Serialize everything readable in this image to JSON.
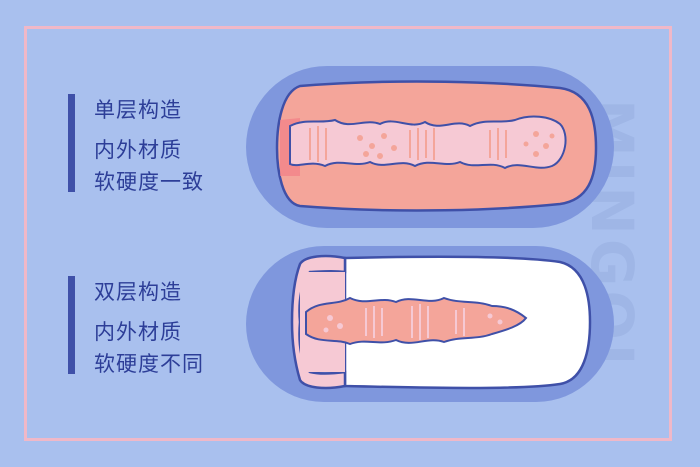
{
  "watermark": "MINGOI",
  "panel_top": {
    "lines": [
      "单层构造",
      "内外材质",
      "软硬度一致"
    ]
  },
  "panel_bottom": {
    "lines": [
      "双层构造",
      "内外材质",
      "软硬度不同"
    ]
  },
  "colors": {
    "background": "#a9c0ee",
    "frame": "#f0b8c8",
    "pill": "#7f97dd",
    "outline": "#3f50a8",
    "outer_flesh": "#f4a59a",
    "inner_flesh": "#f6c9d4",
    "shell_white": "#ffffff",
    "text": "#2d3e98"
  }
}
